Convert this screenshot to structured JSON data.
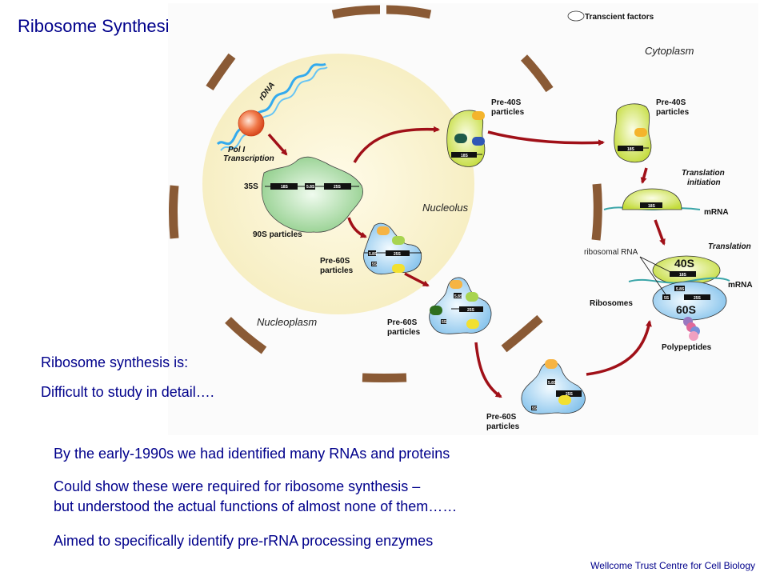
{
  "slide": {
    "title": "Ribosome Synthesis Pathway",
    "notes": [
      "Ribosome synthesis is:",
      "Difficult to study in detail…."
    ],
    "bullets": [
      "By the early-1990s we had identified many RNAs and proteins",
      "Could show these were required for ribosome synthesis –",
      "but understood the actual functions of almost none of them……",
      "Aimed to specifically identify pre-rRNA processing enzymes"
    ],
    "footer": "Wellcome Trust Centre  for Cell Biology"
  },
  "diagram": {
    "legend": "Transcient factors",
    "regions": {
      "cytoplasm": "Cytoplasm",
      "nucleolus": "Nucleolus",
      "nucleoplasm": "Nucleoplasm"
    },
    "rdna_label": "rDNA",
    "pol1_label_line1": "Pol I",
    "pol1_label_line2": "Transcription",
    "precursor_label": "35S",
    "particle_90s": "90S particles",
    "pre40s_line1": "Pre-40S",
    "pre40s_line2": "particles",
    "pre60s_line1": "Pre-60S",
    "pre60s_line2": "particles",
    "translation_initiation_line1": "Translation",
    "translation_initiation_line2": "initiation",
    "translation": "Translation",
    "mrna": "mRNA",
    "ribosomal_rna": "ribosomal RNA",
    "ribosomes": "Ribosomes",
    "polypeptides": "Polypeptides",
    "subunit_40s": "40S",
    "subunit_60s": "60S",
    "rrna": {
      "r18s": "18S",
      "r58s": "5.8S",
      "r25s": "25S",
      "r5s": "5S"
    },
    "colors": {
      "nuclear_envelope": "#8a5a35",
      "nucleolus": "#f7efc2",
      "particle_90s": "#9fd39a",
      "particle_40s": "#cde05a",
      "particle_60s": "#9ccdf0",
      "arrow": "#a01018",
      "dna": "#33aaee",
      "pol1": "#f07040",
      "mrna": "#3aa5a8",
      "title_text": "#00008b"
    }
  }
}
